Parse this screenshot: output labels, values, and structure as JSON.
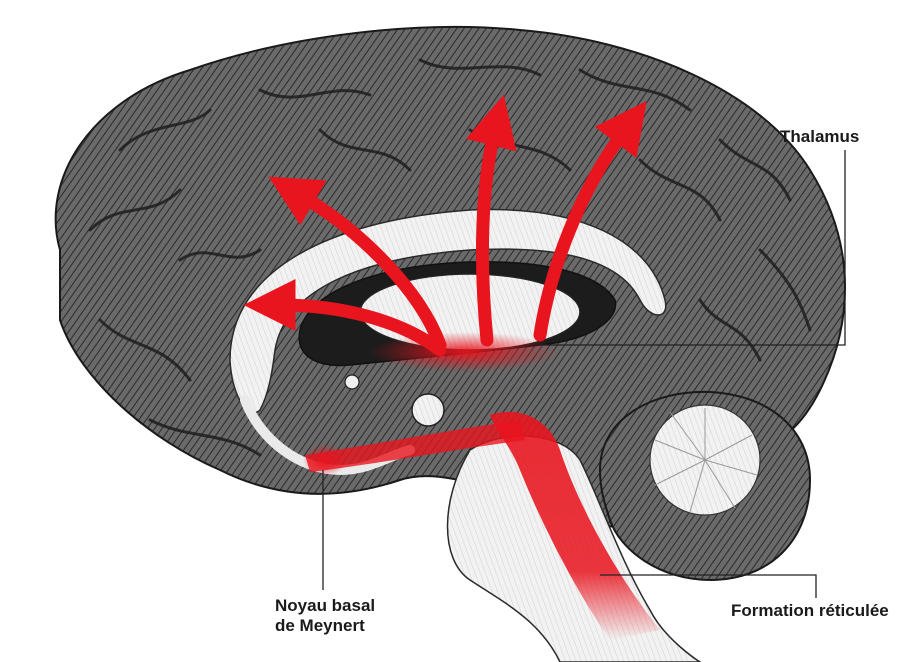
{
  "labels": {
    "thalamus": "Thalamus",
    "meynert_line1": "Noyau basal",
    "meynert_line2": "de Meynert",
    "reticular": "Formation réticulée"
  },
  "colors": {
    "pathway": "#e8141e",
    "ink": "#1a1a1a",
    "brain_fill": "#5a5a5a",
    "brain_shadow": "#2e2e2e",
    "light_structure": "#efefef",
    "leader_line": "#222222"
  }
}
